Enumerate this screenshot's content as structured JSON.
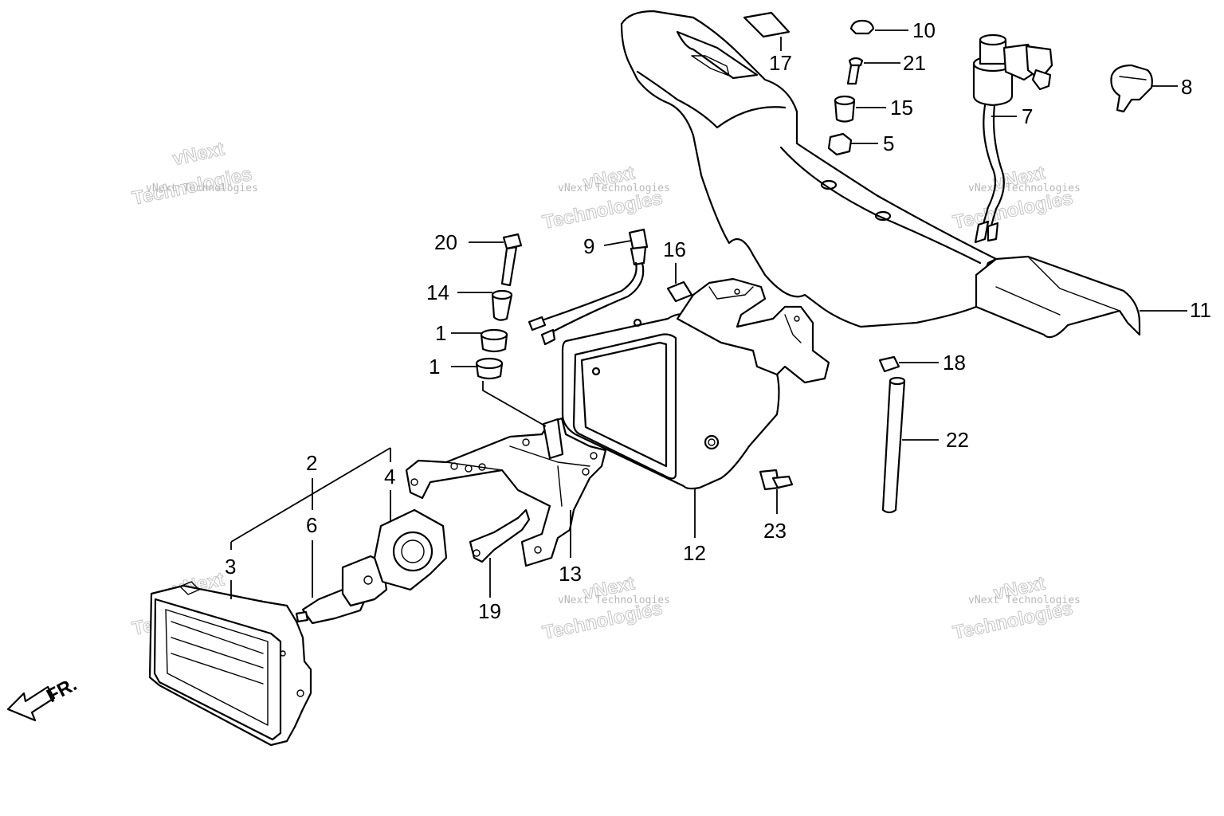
{
  "diagram": {
    "callouts": [
      {
        "id": "1a",
        "label": "1"
      },
      {
        "id": "1b",
        "label": "1"
      },
      {
        "id": "2",
        "label": "2"
      },
      {
        "id": "3",
        "label": "3"
      },
      {
        "id": "4",
        "label": "4"
      },
      {
        "id": "5",
        "label": "5"
      },
      {
        "id": "6",
        "label": "6"
      },
      {
        "id": "7",
        "label": "7"
      },
      {
        "id": "8",
        "label": "8"
      },
      {
        "id": "9",
        "label": "9"
      },
      {
        "id": "10",
        "label": "10"
      },
      {
        "id": "11",
        "label": "11"
      },
      {
        "id": "12",
        "label": "12"
      },
      {
        "id": "13",
        "label": "13"
      },
      {
        "id": "14",
        "label": "14"
      },
      {
        "id": "15",
        "label": "15"
      },
      {
        "id": "16",
        "label": "16"
      },
      {
        "id": "17",
        "label": "17"
      },
      {
        "id": "18",
        "label": "18"
      },
      {
        "id": "19",
        "label": "19"
      },
      {
        "id": "20",
        "label": "20"
      },
      {
        "id": "21",
        "label": "21"
      },
      {
        "id": "22",
        "label": "22"
      },
      {
        "id": "23",
        "label": "23"
      }
    ],
    "front_indicator": "FR.",
    "watermark": {
      "line_small": "vNext Technologies",
      "line_a": "vNext",
      "line_b": "Technologies"
    },
    "colors": {
      "ink": "#000000",
      "paper": "#ffffff",
      "watermark": "#c4c4c4"
    }
  }
}
